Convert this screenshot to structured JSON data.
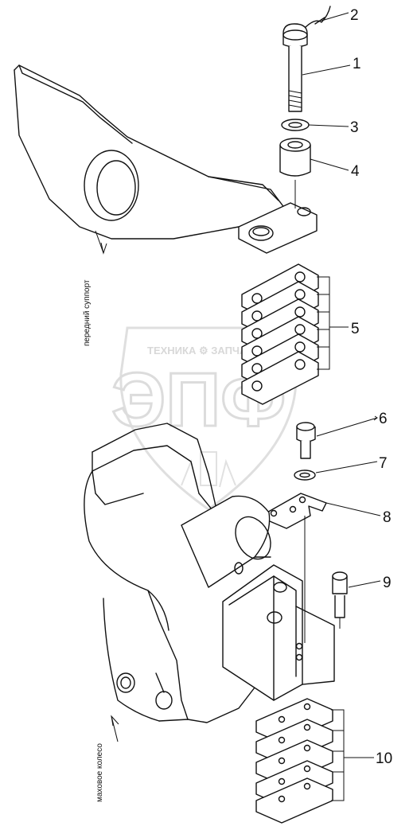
{
  "callouts": [
    {
      "id": "1",
      "text": "1"
    },
    {
      "id": "2",
      "text": "2"
    },
    {
      "id": "3",
      "text": "3"
    },
    {
      "id": "4",
      "text": "4"
    },
    {
      "id": "5",
      "text": "5"
    },
    {
      "id": "6",
      "text": "6"
    },
    {
      "id": "7",
      "text": "7"
    },
    {
      "id": "8",
      "text": "8"
    },
    {
      "id": "9",
      "text": "9"
    },
    {
      "id": "10",
      "text": "10"
    }
  ],
  "labels": {
    "front_support": "передний суппорт",
    "flywheel": "маховое колесо"
  },
  "watermark": {
    "top_text": "ТЕХНИКА ⚙ ЗАПЧАСТИ",
    "logo": "ЭПФ"
  }
}
